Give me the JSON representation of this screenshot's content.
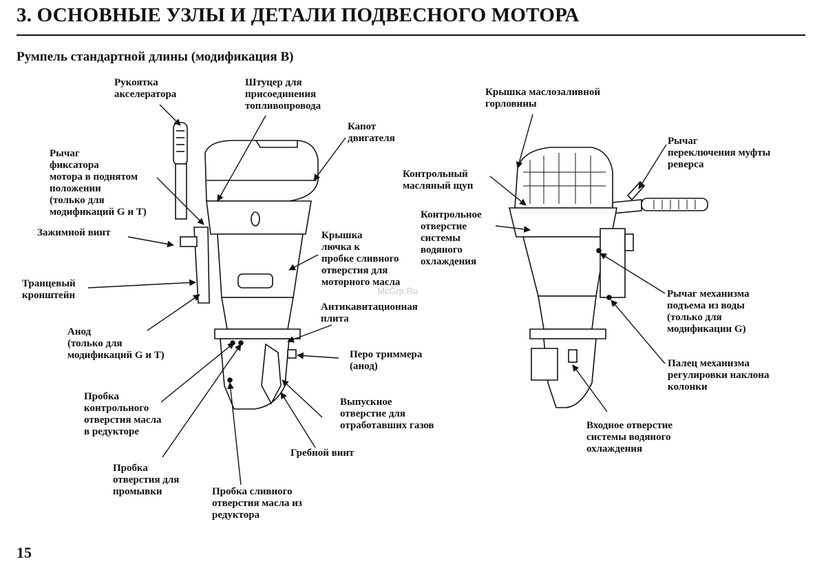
{
  "header": {
    "title": "3. ОСНОВНЫЕ УЗЛЫ И ДЕТАЛИ ПОДВЕСНОГО МОТОРА",
    "subtitle": "Румпель стандартной длины (модификация B)"
  },
  "labels": {
    "throttle_grip": "Рукоятка\nакселератора",
    "fuel_connector": "Штуцер для\nприсоединения\nтопливопровода",
    "engine_cover": "Капот\nдвигателя",
    "tilt_lock_lever": "Рычаг\nфиксатора\nмотора в поднятом\nположении\n(только для\nмодификаций G и T)",
    "clamp_screw": "Зажимной винт",
    "oil_drain_cover": "Крышка\nлючка к\nпробке сливного\nотверстия для\nмоторного масла",
    "transom_bracket": "Транцевый\nкронштейн",
    "anti_cavitation_plate": "Антикавитационная\nплита",
    "anode": "Анод\n(только для\nмодификаций G и T)",
    "trim_tab": "Перо триммера\n(анод)",
    "gear_oil_level_plug": "Пробка\nконтрольного\nотверстия масла\nв редукторе",
    "exhaust_outlet": "Выпускное\nотверстие для\nотработавших газов",
    "propeller": "Гребной винт",
    "flush_plug": "Пробка\nотверстия для\nпромывки",
    "gear_oil_drain_plug": "Пробка сливного\nотверстия масла из\nредуктора",
    "oil_filler_cap": "Крышка маслозаливной\nгорловины",
    "dipstick": "Контрольный\nмасляный щуп",
    "shift_lever": "Рычаг\nпереключения муфты\nреверса",
    "cooling_check_hole": "Контрольное\nотверстие\nсистемы\nводяного\nохлаждения",
    "tilt_lever": "Рычаг механизма\nподъема из воды\n(только для\nмодификации G)",
    "trim_pin": "Палец механизма\nрегулировки наклона\nколонки",
    "water_intake": "Входное отверстие\nсистемы водяного\nохлаждения"
  },
  "watermark": "McGrp.Ru",
  "page_number": "15"
}
